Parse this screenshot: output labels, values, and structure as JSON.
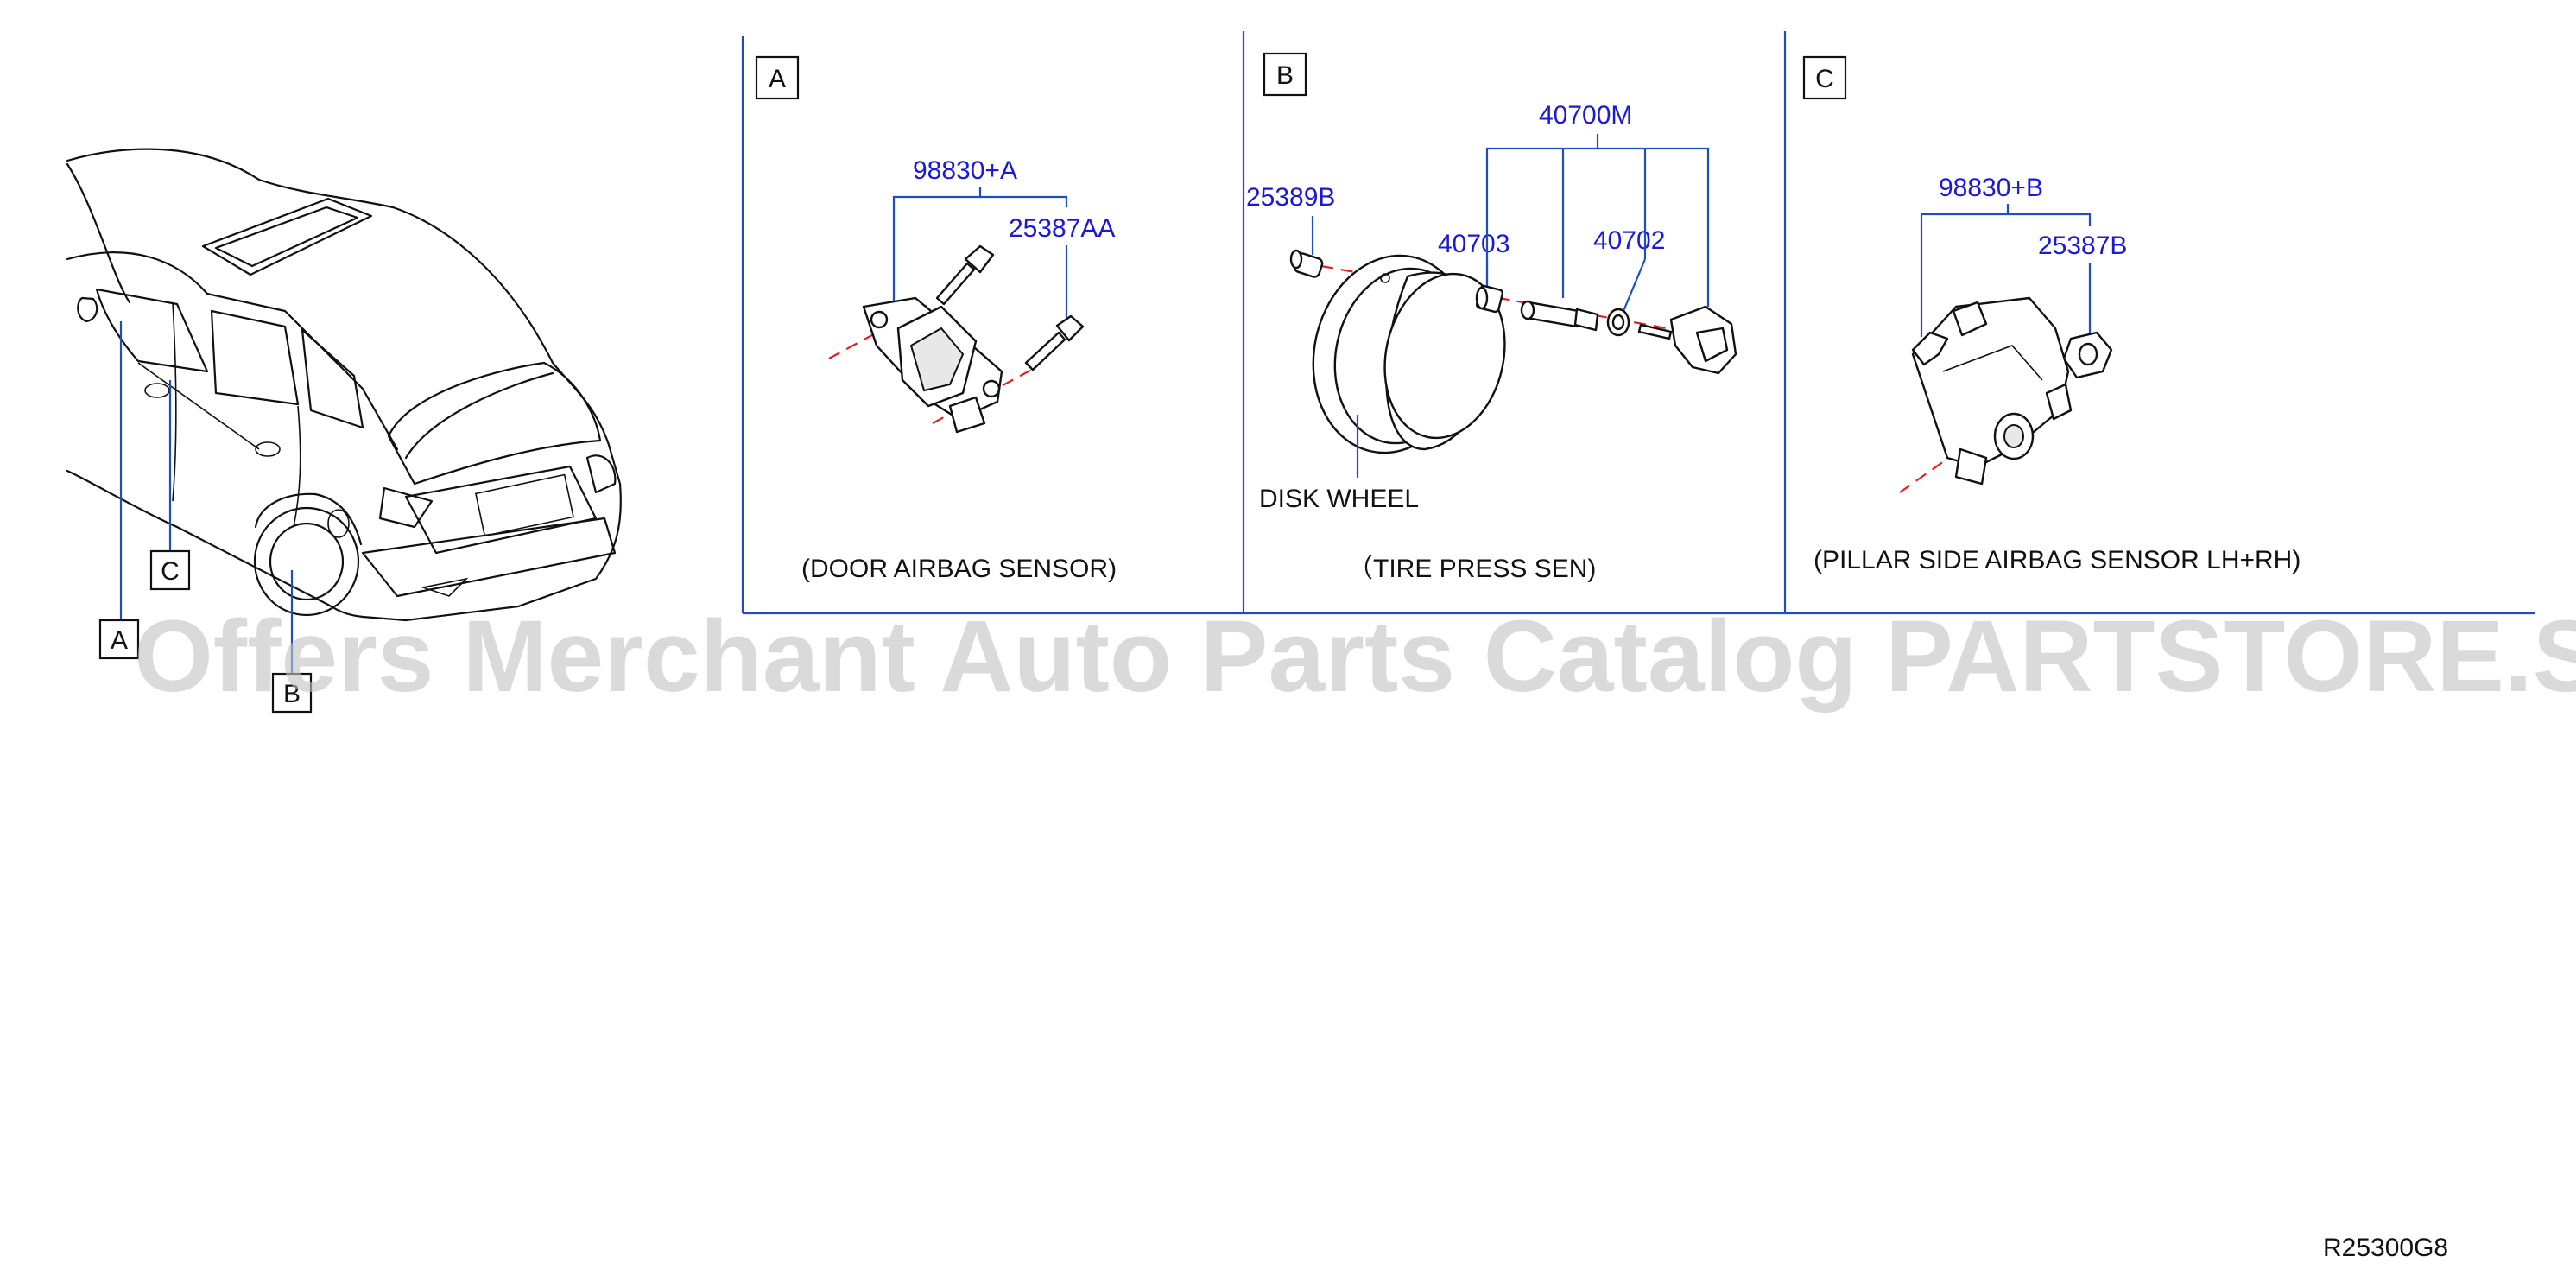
{
  "callouts": {
    "car_a": "A",
    "car_b": "B",
    "car_c": "C",
    "panel_a": "A",
    "panel_b": "B",
    "panel_c": "C"
  },
  "panel_a": {
    "parts": [
      "98830+A",
      "25387AA"
    ],
    "caption": "(DOOR   AIRBAG   SENSOR)"
  },
  "panel_b": {
    "parts": [
      "40700M",
      "25389B",
      "40703",
      "40702"
    ],
    "wheel_label": "DISK   WHEEL",
    "caption": "（TIRE   PRESS   SEN)"
  },
  "panel_c": {
    "parts": [
      "98830+B",
      "25387B"
    ],
    "caption": "(PILLAR   SIDE   AIRBAG   SENSOR   LH+RH)"
  },
  "watermark": "Offers Merchant Auto Parts Catalog PARTSTORE.SA",
  "diagram_code": "R25300G8",
  "colors": {
    "part_number": "#1a1ad6",
    "leader_line": "#1f4fbf",
    "center_line": "#e02020",
    "outline": "#111111"
  }
}
